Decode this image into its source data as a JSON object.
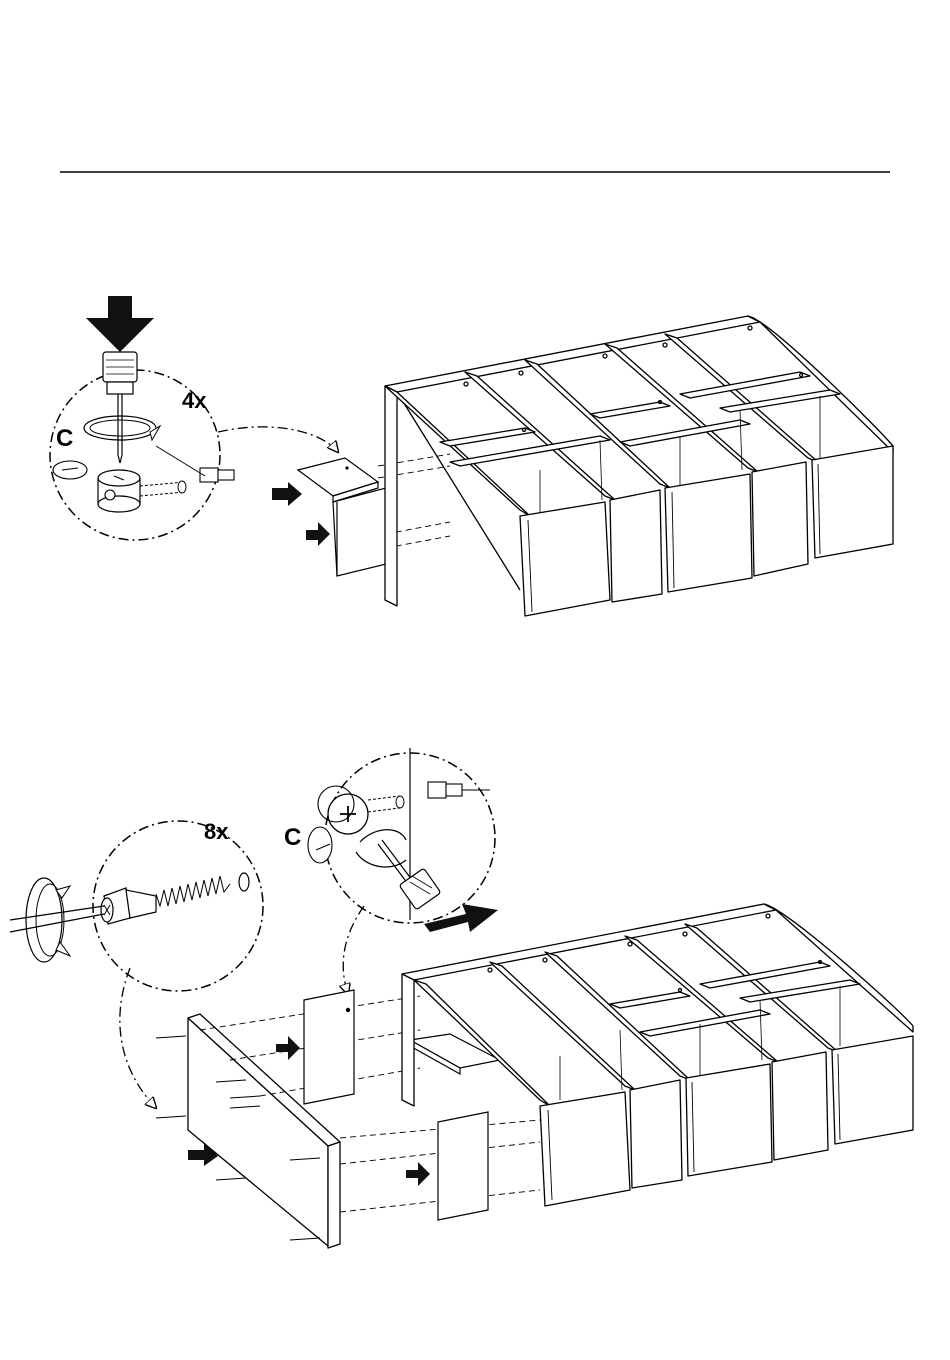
{
  "step1": {
    "quantity_label": "4x",
    "fitting_label": "C"
  },
  "step2": {
    "quantity_label": "8x",
    "fitting_label": "C"
  },
  "colors": {
    "ink": "#000000",
    "paper": "#ffffff",
    "arrow_fill": "#111111"
  },
  "icons": {
    "press_arrow": "push-arrow-icon",
    "rotate": "rotate-icon",
    "screwdriver": "screwdriver-icon",
    "cam_lock": "cam-lock-icon",
    "screw": "screw-icon",
    "dowel": "dowel-icon"
  }
}
